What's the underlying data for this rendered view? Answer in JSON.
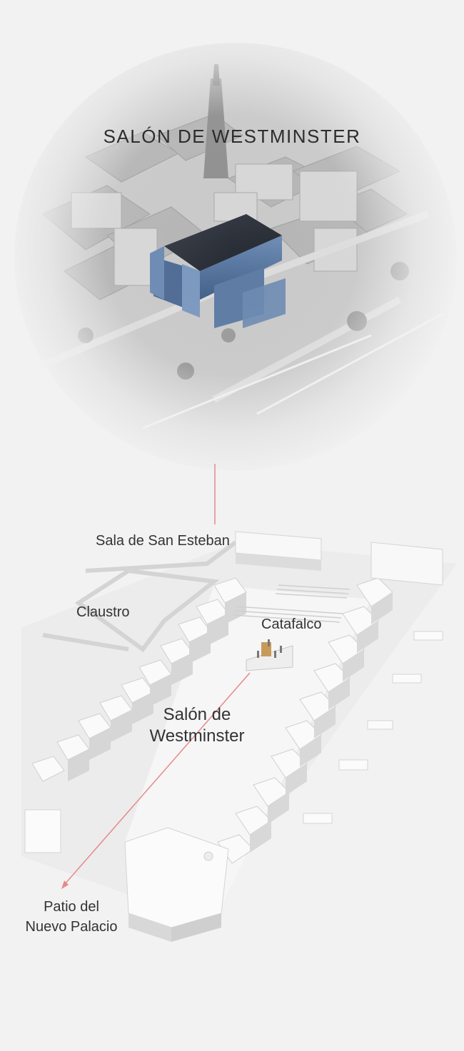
{
  "title": "SALÓN DE WESTMINSTER",
  "labels": {
    "sala_san_esteban": "Sala de San Esteban",
    "claustro": "Claustro",
    "catafalco": "Catafalco",
    "salon_line1": "Salón de",
    "salon_line2": "Westminster",
    "patio_line1": "Patio del",
    "patio_line2": "Nuevo Palacio"
  },
  "colors": {
    "highlight": "#5b7fae",
    "pointer": "#e8888a",
    "background": "#f2f2f2"
  }
}
